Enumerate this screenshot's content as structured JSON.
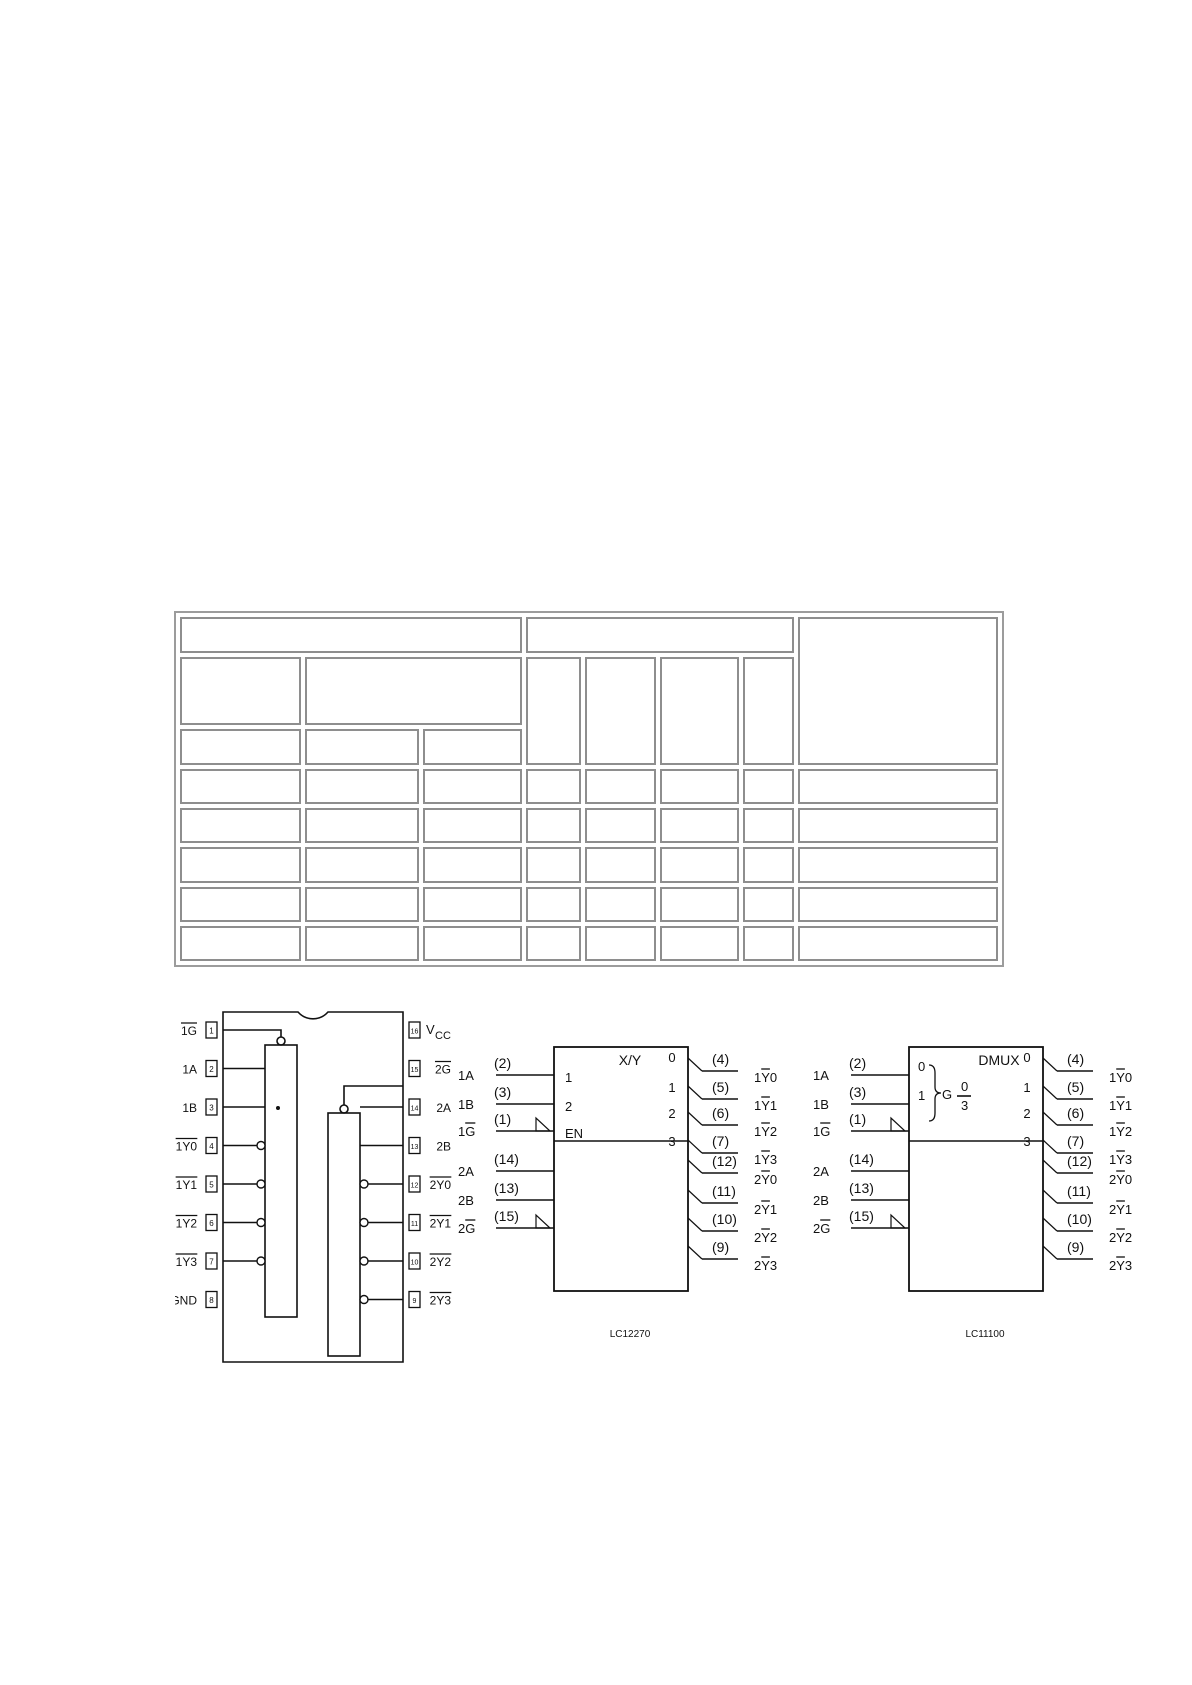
{
  "pinout": {
    "left_pins": [
      {
        "num": "1",
        "label": "1G",
        "overline": true
      },
      {
        "num": "2",
        "label": "1A",
        "overline": false
      },
      {
        "num": "3",
        "label": "1B",
        "overline": false
      },
      {
        "num": "4",
        "label": "1Y0",
        "overline": true
      },
      {
        "num": "5",
        "label": "1Y1",
        "overline": true
      },
      {
        "num": "6",
        "label": "1Y2",
        "overline": true
      },
      {
        "num": "7",
        "label": "1Y3",
        "overline": true
      },
      {
        "num": "8",
        "label": "GND",
        "overline": false
      }
    ],
    "right_pins": [
      {
        "num": "16",
        "label": "VCC",
        "overline": false
      },
      {
        "num": "15",
        "label": "2G",
        "overline": true
      },
      {
        "num": "14",
        "label": "2A",
        "overline": false
      },
      {
        "num": "13",
        "label": "2B",
        "overline": false
      },
      {
        "num": "12",
        "label": "2Y0",
        "overline": true
      },
      {
        "num": "11",
        "label": "2Y1",
        "overline": true
      },
      {
        "num": "10",
        "label": "2Y2",
        "overline": true
      },
      {
        "num": "9",
        "label": "2Y3",
        "overline": true
      }
    ]
  },
  "symbol_xy": {
    "header": "X/Y",
    "code": "LC12270",
    "inputs": [
      {
        "label": "1A",
        "pin": "(2)",
        "inner": "1"
      },
      {
        "label": "1B",
        "pin": "(3)",
        "inner": "2"
      },
      {
        "label": "1G",
        "pin": "(1)",
        "inner": "EN"
      },
      {
        "label": "2A",
        "pin": "(14)",
        "inner": ""
      },
      {
        "label": "2B",
        "pin": "(13)",
        "inner": ""
      },
      {
        "label": "2G",
        "pin": "(15)",
        "inner": ""
      }
    ],
    "outputs": [
      {
        "inner": "0",
        "pin": "(4)",
        "label": "1Y0"
      },
      {
        "inner": "1",
        "pin": "(5)",
        "label": "1Y1"
      },
      {
        "inner": "2",
        "pin": "(6)",
        "label": "1Y2"
      },
      {
        "inner": "3",
        "pin": "(7)",
        "label": "1Y3"
      },
      {
        "inner": "",
        "pin": "(12)",
        "label": "2Y0"
      },
      {
        "inner": "",
        "pin": "(11)",
        "label": "2Y1"
      },
      {
        "inner": "",
        "pin": "(10)",
        "label": "2Y2"
      },
      {
        "inner": "",
        "pin": "(9)",
        "label": "2Y3"
      }
    ]
  },
  "symbol_dmux": {
    "header": "DMUX",
    "code": "LC11100",
    "select_label": "G",
    "select_range": [
      "0",
      "3"
    ],
    "inputs": [
      {
        "label": "1A",
        "pin": "(2)",
        "inner": "0"
      },
      {
        "label": "1B",
        "pin": "(3)",
        "inner": "1"
      },
      {
        "label": "1G",
        "pin": "(1)",
        "inner": ""
      },
      {
        "label": "2A",
        "pin": "(14)",
        "inner": ""
      },
      {
        "label": "2B",
        "pin": "(13)",
        "inner": ""
      },
      {
        "label": "2G",
        "pin": "(15)",
        "inner": ""
      }
    ],
    "outputs": [
      {
        "inner": "0",
        "pin": "(4)",
        "label": "1Y0"
      },
      {
        "inner": "1",
        "pin": "(5)",
        "label": "1Y1"
      },
      {
        "inner": "2",
        "pin": "(6)",
        "label": "1Y2"
      },
      {
        "inner": "3",
        "pin": "(7)",
        "label": "1Y3"
      },
      {
        "inner": "",
        "pin": "(12)",
        "label": "2Y0"
      },
      {
        "inner": "",
        "pin": "(11)",
        "label": "2Y1"
      },
      {
        "inner": "",
        "pin": "(10)",
        "label": "2Y2"
      },
      {
        "inner": "",
        "pin": "(9)",
        "label": "2Y3"
      }
    ]
  }
}
